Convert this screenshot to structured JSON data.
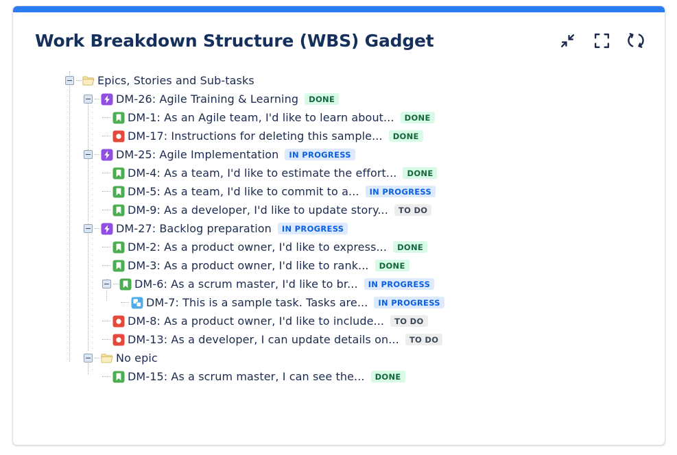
{
  "card": {
    "accent_color": "#2b7cf3",
    "title": "Work Breakdown Structure (WBS) Gadget",
    "actions": [
      {
        "name": "collapse-icon",
        "label": "Collapse"
      },
      {
        "name": "fullscreen-icon",
        "label": "Fullscreen"
      },
      {
        "name": "refresh-icon",
        "label": "Refresh"
      }
    ]
  },
  "status_colors": {
    "done_bg": "#d8fbe8",
    "done_text": "#14663b",
    "inprogress_bg": "#ddeafd",
    "inprogress_text": "#0a5fe0",
    "todo_bg": "#ededed",
    "todo_text": "#3c4858"
  },
  "icon_colors": {
    "epic": "#904ee2",
    "story": "#4bad4f",
    "bug": "#e5493a",
    "subtask": "#4fade8",
    "folder": "#f2d98a"
  },
  "tree": {
    "rows": [
      {
        "id": "row-epics-folder",
        "level": 0,
        "expander": "minus",
        "icon": "folder-icon",
        "icon_type": "folder",
        "text": "Epics, Stories and Sub-tasks",
        "status": null
      },
      {
        "id": "row-dm-26",
        "level": 1,
        "expander": "minus",
        "icon": "epic-icon",
        "icon_type": "epic",
        "text": "DM-26: Agile Training & Learning",
        "status": "DONE",
        "status_kind": "done"
      },
      {
        "id": "row-dm-1",
        "level": 2,
        "expander": "none",
        "icon": "story-icon",
        "icon_type": "story",
        "text": "DM-1: As an Agile team, I'd like to learn about...",
        "status": "DONE",
        "status_kind": "done"
      },
      {
        "id": "row-dm-17",
        "level": 2,
        "expander": "none",
        "icon": "bug-icon",
        "icon_type": "bug",
        "text": "DM-17: Instructions for deleting this sample...",
        "status": "DONE",
        "status_kind": "done"
      },
      {
        "id": "row-dm-25",
        "level": 1,
        "expander": "minus",
        "icon": "epic-icon",
        "icon_type": "epic",
        "text": "DM-25: Agile Implementation",
        "status": "IN PROGRESS",
        "status_kind": "inprogress"
      },
      {
        "id": "row-dm-4",
        "level": 2,
        "expander": "none",
        "icon": "story-icon",
        "icon_type": "story",
        "text": "DM-4: As a team, I'd like to estimate the effort...",
        "status": "DONE",
        "status_kind": "done"
      },
      {
        "id": "row-dm-5",
        "level": 2,
        "expander": "none",
        "icon": "story-icon",
        "icon_type": "story",
        "text": "DM-5: As a team, I'd like to commit to a...",
        "status": "IN PROGRESS",
        "status_kind": "inprogress"
      },
      {
        "id": "row-dm-9",
        "level": 2,
        "expander": "none",
        "icon": "story-icon",
        "icon_type": "story",
        "text": "DM-9: As a developer, I'd like to update story...",
        "status": "TO DO",
        "status_kind": "todo"
      },
      {
        "id": "row-dm-27",
        "level": 1,
        "expander": "minus",
        "icon": "epic-icon",
        "icon_type": "epic",
        "text": "DM-27: Backlog preparation",
        "status": "IN PROGRESS",
        "status_kind": "inprogress"
      },
      {
        "id": "row-dm-2",
        "level": 2,
        "expander": "none",
        "icon": "story-icon",
        "icon_type": "story",
        "text": "DM-2: As a product owner, I'd like to express...",
        "status": "DONE",
        "status_kind": "done"
      },
      {
        "id": "row-dm-3",
        "level": 2,
        "expander": "none",
        "icon": "story-icon",
        "icon_type": "story",
        "text": "DM-3: As a product owner, I'd like to rank...",
        "status": "DONE",
        "status_kind": "done"
      },
      {
        "id": "row-dm-6",
        "level": 2,
        "expander": "minus",
        "icon": "story-icon",
        "icon_type": "story",
        "text": "DM-6: As a scrum master, I'd like to br...",
        "status": "IN PROGRESS",
        "status_kind": "inprogress"
      },
      {
        "id": "row-dm-7",
        "level": 3,
        "expander": "none",
        "icon": "subtask-icon",
        "icon_type": "subtask",
        "text": "DM-7: This is a sample task. Tasks are...",
        "status": "IN PROGRESS",
        "status_kind": "inprogress"
      },
      {
        "id": "row-dm-8",
        "level": 2,
        "expander": "none",
        "icon": "bug-icon",
        "icon_type": "bug",
        "text": "DM-8: As a product owner, I'd like to include...",
        "status": "TO DO",
        "status_kind": "todo"
      },
      {
        "id": "row-dm-13",
        "level": 2,
        "expander": "none",
        "icon": "bug-icon",
        "icon_type": "bug",
        "text": "DM-13: As a developer, I can update details on...",
        "status": "TO DO",
        "status_kind": "todo"
      },
      {
        "id": "row-no-epic",
        "level": 1,
        "expander": "minus",
        "icon": "folder-icon",
        "icon_type": "folder",
        "text": "No epic",
        "status": null
      },
      {
        "id": "row-dm-15",
        "level": 2,
        "expander": "none",
        "icon": "story-icon",
        "icon_type": "story",
        "text": "DM-15: As a scrum master, I can see the...",
        "status": "DONE",
        "status_kind": "done"
      }
    ]
  }
}
